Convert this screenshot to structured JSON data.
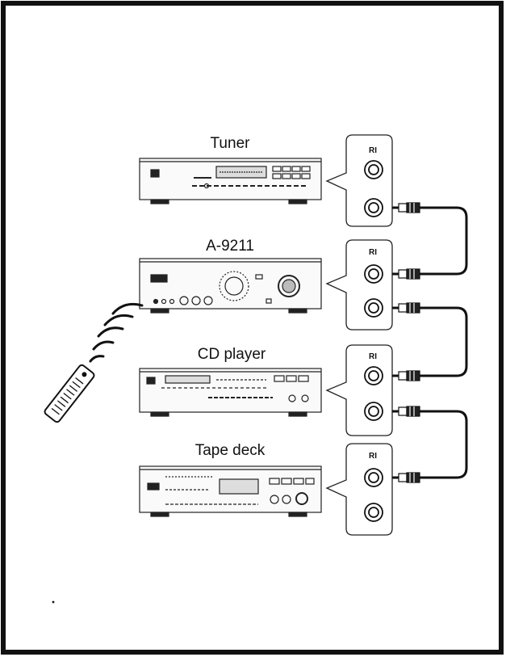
{
  "diagram": {
    "devices": [
      {
        "name": "Tuner"
      },
      {
        "name": "A-9211"
      },
      {
        "name": "CD player"
      },
      {
        "name": "Tape deck"
      }
    ],
    "jack_label": "RI"
  }
}
